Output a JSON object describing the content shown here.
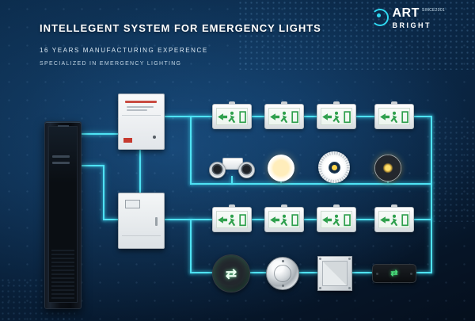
{
  "header": {
    "title": "INTELLEGENT SYSTEM FOR EMERGENCY LIGHTS",
    "subtitle1": "16 YEARS MANUFACTURING EXPERENCE",
    "subtitle2": "SPECIALIZED IN EMERGENCY LIGHTING"
  },
  "logo": {
    "art": "ART",
    "bright": "BRIGHT",
    "since": "SINCE2001"
  },
  "colors": {
    "accent_cyan": "#4fe3f4",
    "exit_green": "#2fa04d",
    "background_navy": "#0a2542",
    "alarm_red": "#c6392e",
    "lamp_yellow": "#ffd54a"
  },
  "icons": {
    "double_arrow": "⇄",
    "exit_pictogram": "running-man-with-arrow-and-door"
  },
  "diagram": {
    "devices": [
      "main-power-cabinet",
      "emergency-lighting-controller",
      "distribution-box",
      "exit-sign-row1-1",
      "exit-sign-row1-2",
      "exit-sign-row1-3",
      "exit-sign-row1-4",
      "twin-spot-emergency-light",
      "emergency-downlight",
      "ceiling-emergency-lamp",
      "emergency-spotlight",
      "exit-sign-row3-1",
      "exit-sign-row3-2",
      "exit-sign-row3-3",
      "exit-sign-row3-4",
      "round-black-floor-exit-light",
      "stainless-buried-light",
      "square-panel-light",
      "black-ground-exit-light"
    ]
  }
}
